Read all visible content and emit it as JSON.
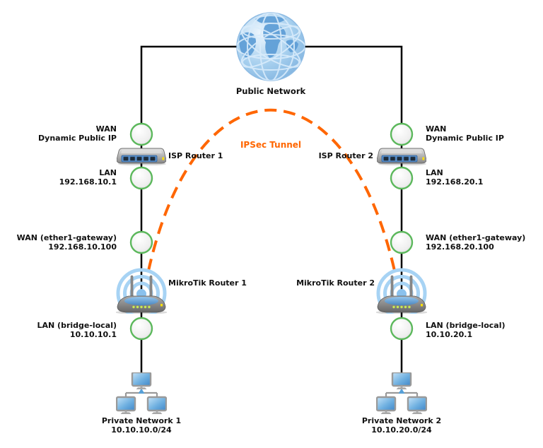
{
  "colors": {
    "tunnel_orange": "#ff6600",
    "node_border_green": "#5cb85c",
    "connector_black": "#000000",
    "globe_blue": "#7fb2e0"
  },
  "icons": {
    "globe": "globe-icon",
    "isp_router": "router-icon",
    "mikrotik": "wireless-router-icon",
    "private_network": "computer-network-icon",
    "interface_node": "port-circle-icon"
  },
  "public_network": {
    "label": "Public Network"
  },
  "tunnel": {
    "label": "IPSec Tunnel"
  },
  "left": {
    "isp_router_label": "ISP Router 1",
    "isp_wan": {
      "line1": "WAN",
      "line2": "Dynamic Public IP"
    },
    "isp_lan": {
      "line1": "LAN",
      "line2": "192.168.10.1"
    },
    "mikrotik_label": "MikroTik Router 1",
    "wan": {
      "line1": "WAN (ether1-gateway)",
      "line2": "192.168.10.100"
    },
    "lan": {
      "line1": "LAN (bridge-local)",
      "line2": "10.10.10.1"
    },
    "private": {
      "line1": "Private Network 1",
      "line2": "10.10.10.0/24"
    }
  },
  "right": {
    "isp_router_label": "ISP Router 2",
    "isp_wan": {
      "line1": "WAN",
      "line2": "Dynamic Public IP"
    },
    "isp_lan": {
      "line1": "LAN",
      "line2": "192.168.20.1"
    },
    "mikrotik_label": "MikroTik Router 2",
    "wan": {
      "line1": "WAN (ether1-gateway)",
      "line2": "192.168.20.100"
    },
    "lan": {
      "line1": "LAN (bridge-local)",
      "line2": "10.10.20.1"
    },
    "private": {
      "line1": "Private Network 2",
      "line2": "10.10.20.0/24"
    }
  }
}
